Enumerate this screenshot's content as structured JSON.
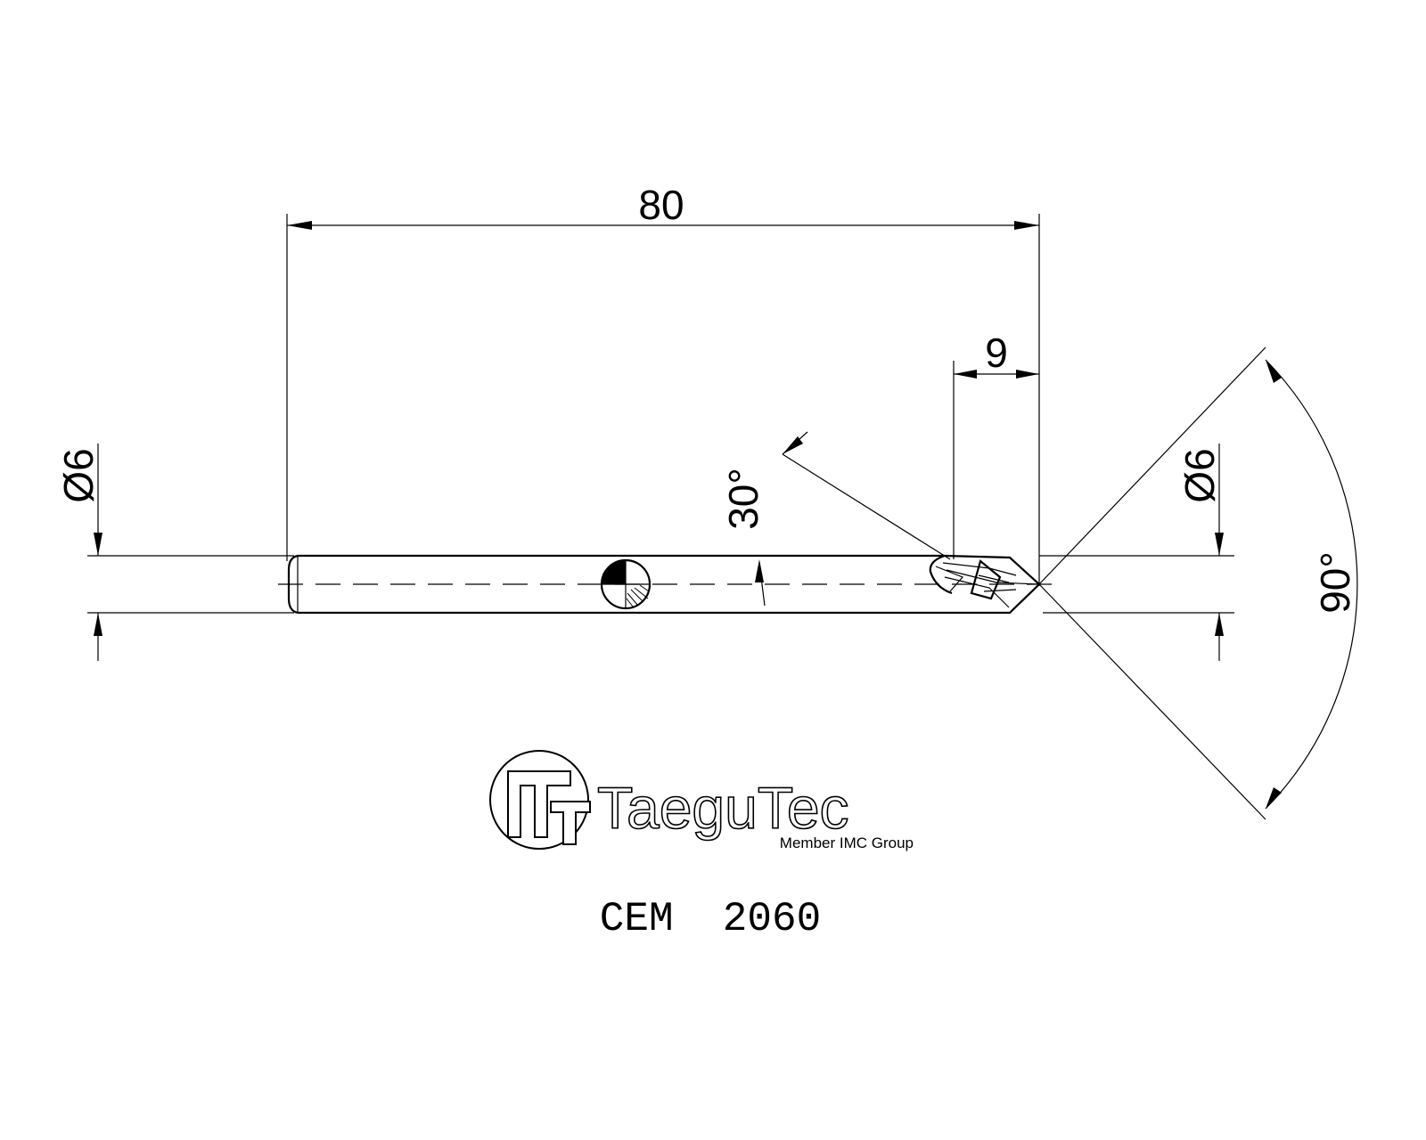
{
  "dimensions": {
    "overall_length": "80",
    "cutting_length": "9",
    "shank_diameter": "Ø6",
    "tip_diameter": "Ø6",
    "helix_angle": "30°",
    "point_angle": "90°"
  },
  "logo": {
    "word": "TaeguTec",
    "tagline": "Member IMC Group"
  },
  "product": {
    "code": "CEM  2060"
  }
}
